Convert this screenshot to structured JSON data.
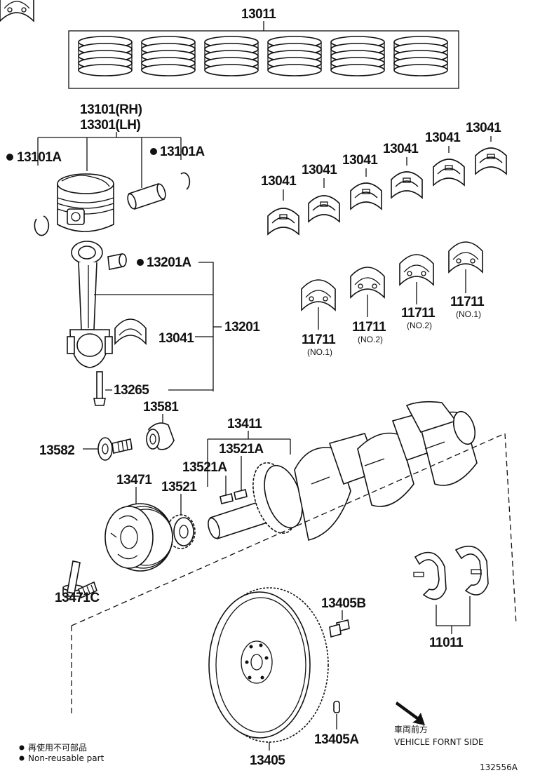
{
  "parts": {
    "piston_ring_set": "13011",
    "piston_rh": "13101(RH)",
    "piston_lh": "13301(LH)",
    "snap_ring_left": "13101A",
    "snap_ring_right": "13101A",
    "bearing_a": "13041",
    "bearing_b": "13041",
    "bearing_c": "13041",
    "bearing_d": "13041",
    "bearing_e": "13041",
    "bearing_f": "13041",
    "conrod_bushing": "13201A",
    "conrod_bearing": "13041",
    "conrod_assy": "13201",
    "conrod_bolt": "13265",
    "pulley_washer": "13581",
    "pulley_bolt": "13582",
    "crankshaft": "13411",
    "key_a": "13521A",
    "key_b": "13521A",
    "timing_gear": "13521",
    "crank_pulley": "13471",
    "pulley_set_bolt": "13471C",
    "main_bearing_1a": "11711",
    "main_bearing_2a": "11711",
    "main_bearing_2b": "11711",
    "main_bearing_1b": "11711",
    "thrust_washer": "11011",
    "flywheel_bolt": "13405B",
    "flywheel": "13405",
    "flywheel_pin": "13405A"
  },
  "notes": {
    "no1_left": "(NO.1)",
    "no2_left": "(NO.2)",
    "no2_right": "(NO.2)",
    "no1_right": "(NO.1)"
  },
  "legend": {
    "line_jp": "再使用不可部品",
    "line_en": "Non-reusable part"
  },
  "direction": {
    "jp": "車両前方",
    "en": "VEHICLE FORNT SIDE"
  },
  "figure_id": "132556A"
}
